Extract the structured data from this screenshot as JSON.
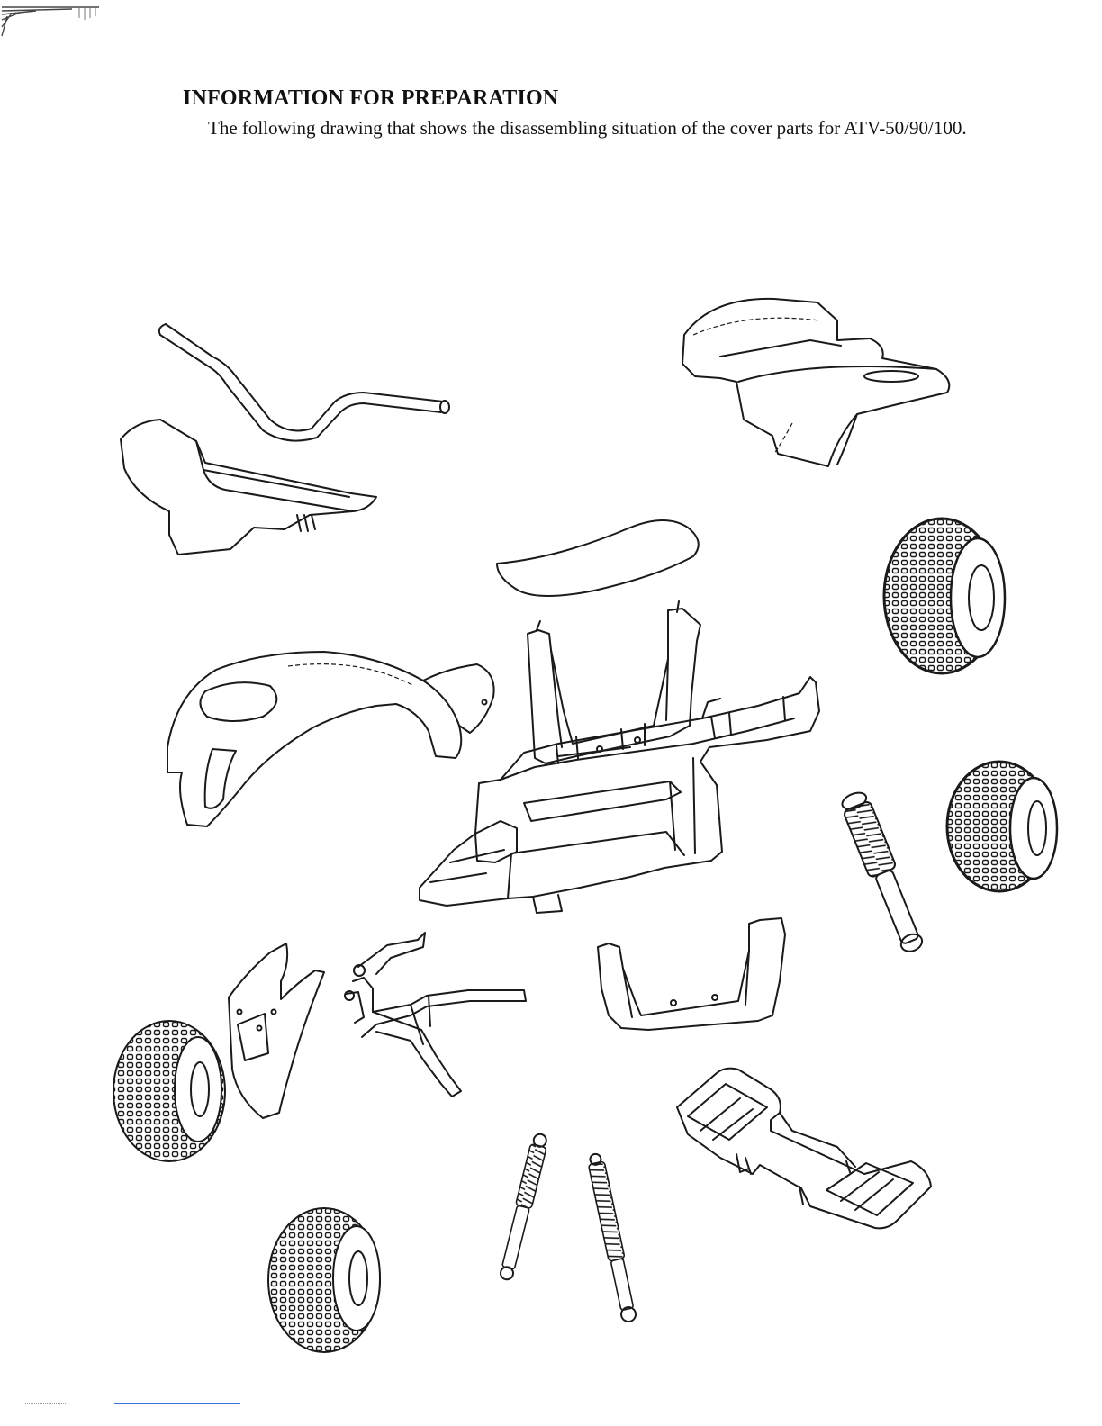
{
  "document": {
    "heading": "INFORMATION FOR PREPARATION",
    "intro": "The following drawing that shows the disassembling situation of the cover parts for ATV-50/90/100."
  },
  "illustration": {
    "parts": [
      "handlebar",
      "front-panel",
      "rear-fender",
      "seat",
      "front-fender",
      "footrest-left",
      "frame",
      "tire",
      "shock-absorber",
      "front-guard",
      "steering-fork",
      "footrest-right",
      "rear-rack"
    ],
    "line_color": "#1a1a1a"
  }
}
